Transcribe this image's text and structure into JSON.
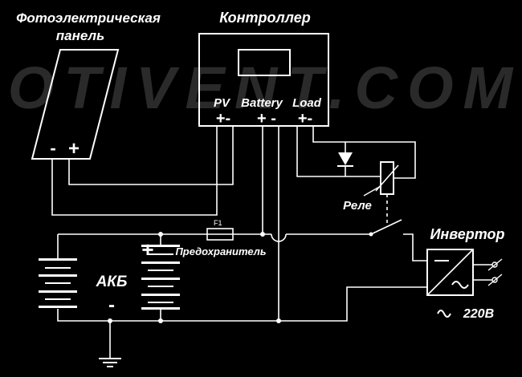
{
  "watermark": "OTIVENT.COM",
  "solar_panel": {
    "label_line1": "Фотоэлектрическая",
    "label_line2": "панель",
    "minus": "-",
    "plus": "+"
  },
  "controller": {
    "title": "Контроллер",
    "ports": {
      "pv": "PV",
      "battery": "Battery",
      "load": "Load"
    },
    "pv_pm": "+-",
    "bat_pm": "+ -",
    "load_pm": "+-"
  },
  "fuse": {
    "code": "F1",
    "label": "Предохранитель"
  },
  "battery": {
    "label": "АКБ",
    "plus": "+",
    "minus": "-"
  },
  "relay": {
    "label": "Реле"
  },
  "inverter": {
    "label": "Инвертор",
    "output": "220В",
    "ac_symbol": "~"
  },
  "colors": {
    "background": "#000000",
    "lines": "#ffffff",
    "watermark": "#2a2a2a"
  }
}
